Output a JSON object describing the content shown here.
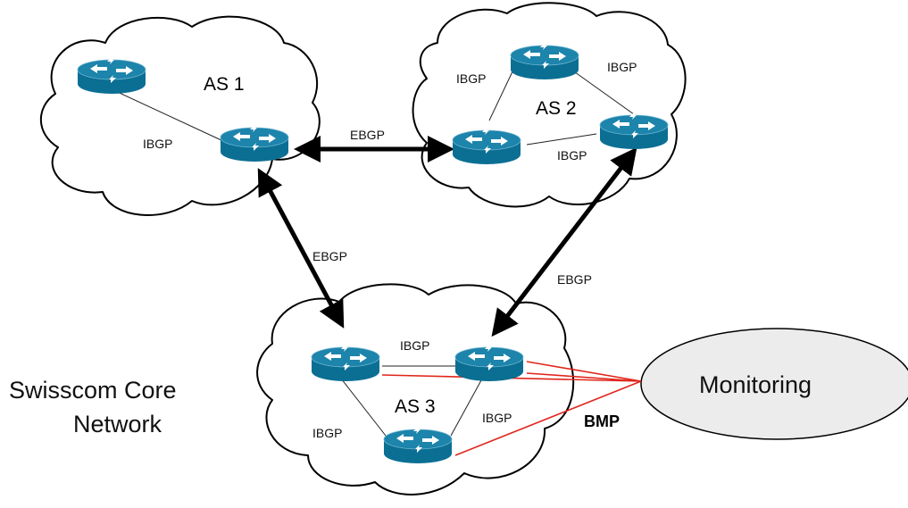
{
  "as_labels": {
    "as1": "AS 1",
    "as2": "AS 2",
    "as3": "AS 3"
  },
  "link_labels": {
    "as1_ibgp": "IBGP",
    "as2_ibgp_left": "IBGP",
    "as2_ibgp_right": "IBGP",
    "as2_ibgp_bottom": "IBGP",
    "as3_ibgp_top": "IBGP",
    "as3_ibgp_left": "IBGP",
    "as3_ibgp_right": "IBGP",
    "ebgp_as1_as2": "EBGP",
    "ebgp_as1_as3": "EBGP",
    "ebgp_as2_as3": "EBGP"
  },
  "network_name": {
    "line1": "Swisscom Core",
    "line2": "Network"
  },
  "monitoring_label": "Monitoring",
  "bmp_label": "BMP",
  "colors": {
    "router": "#0b6f93",
    "bmp_link": "#e0261b",
    "monitoring_fill": "#ececec"
  }
}
